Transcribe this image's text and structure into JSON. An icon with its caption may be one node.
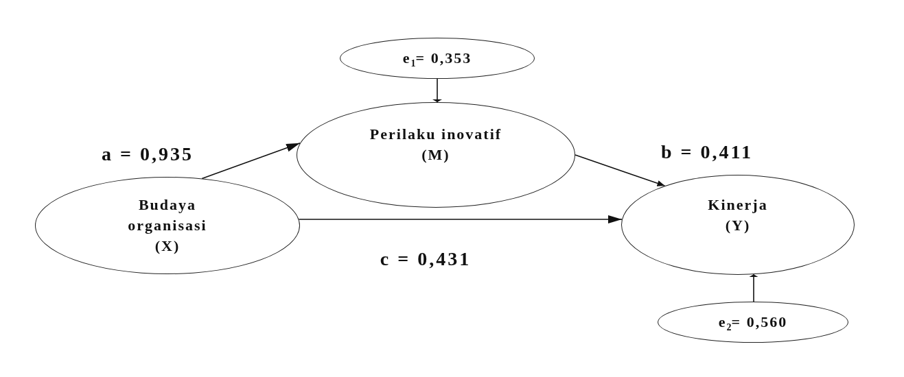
{
  "diagram": {
    "nodes": [
      {
        "text": [
          "e$_{1}$= 0,353"
        ]
      },
      {
        "text": [
          "Perilaku inovatif (M)"
        ]
      },
      {
        "text": [
          "Budaya organisasi (X)"
        ]
      },
      {
        "text": [
          "Kinerja (Y)"
        ]
      },
      {
        "text": [
          "e$_{2}$= 0,560"
        ]
      }
    ],
    "edges": [
      {
        "from": 0,
        "to": 1,
        "arrow": "to"
      },
      {
        "from": 2,
        "to": 1,
        "arrow": "to",
        "label": "a = 0,935"
      },
      {
        "from": 1,
        "to": 3,
        "arrow": "to",
        "label": "b = 0,411"
      },
      {
        "from": 2,
        "to": 3,
        "arrow": "to",
        "label": "c = 0,431"
      },
      {
        "from": 4,
        "to": 3,
        "arrow": "to"
      }
    ]
  }
}
